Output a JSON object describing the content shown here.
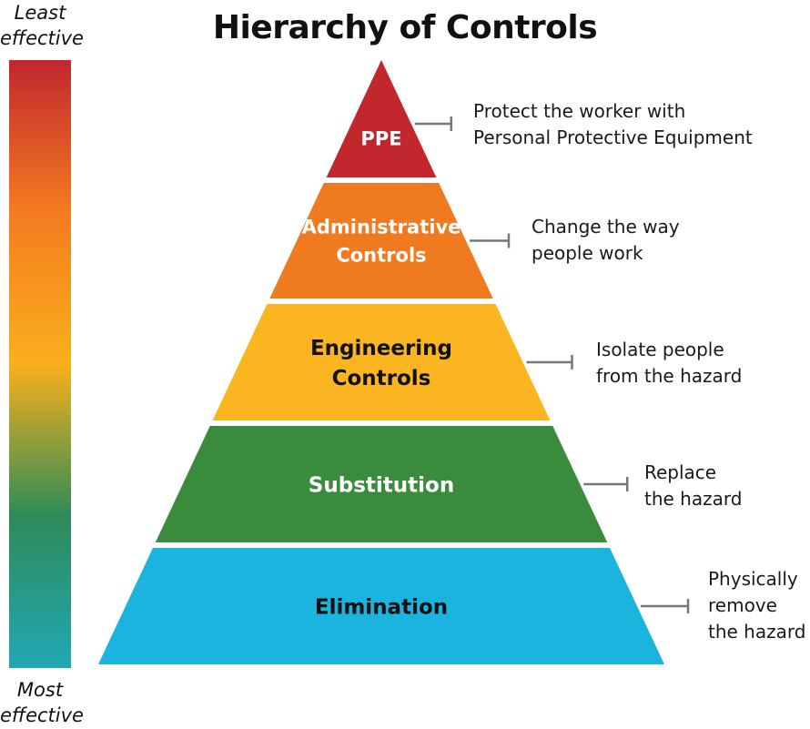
{
  "title": "Hierarchy of Controls",
  "scale": {
    "top_label": [
      "Least",
      "effective"
    ],
    "bottom_label": [
      "Most",
      "effective"
    ],
    "gradient_colors": [
      "#c1272d",
      "#f47b20",
      "#f9b01c",
      "#2e8b57",
      "#20a8b5"
    ]
  },
  "tiers": [
    {
      "label": [
        "PPE"
      ],
      "color": "#c1272d",
      "text_color": "#ffffff",
      "description": [
        "Protect the worker with",
        "Personal Protective Equipment"
      ]
    },
    {
      "label": [
        "Administrative",
        "Controls"
      ],
      "color": "#f07a1f",
      "text_color": "#ffffff",
      "description": [
        "Change the way",
        "people work"
      ]
    },
    {
      "label": [
        "Engineering",
        "Controls"
      ],
      "color": "#fbb521",
      "text_color": "#111111",
      "description": [
        "Isolate people",
        "from the hazard"
      ]
    },
    {
      "label": [
        "Substitution"
      ],
      "color": "#3a8c3c",
      "text_color": "#ffffff",
      "description": [
        "Replace",
        "the hazard"
      ]
    },
    {
      "label": [
        "Elimination"
      ],
      "color": "#1bb4df",
      "text_color": "#111111",
      "description": [
        "Physically",
        "remove",
        "the hazard"
      ]
    }
  ]
}
